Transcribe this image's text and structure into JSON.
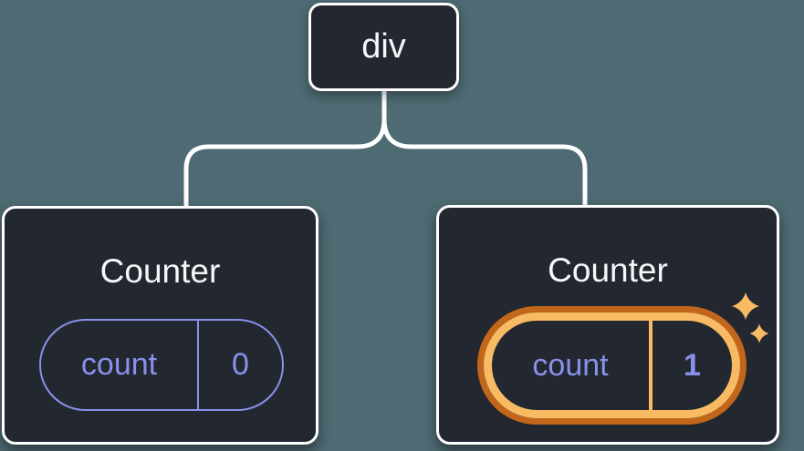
{
  "diagram": {
    "background_color": "#4E6A72",
    "root_node": {
      "label": "div"
    },
    "children": [
      {
        "title": "Counter",
        "state_pill": {
          "key": "count",
          "value": "0"
        },
        "highlighted": false
      },
      {
        "title": "Counter",
        "state_pill": {
          "key": "count",
          "value": "1"
        },
        "highlighted": true
      }
    ],
    "colors": {
      "card_background": "#23272F",
      "card_border": "#FFFFFF",
      "connector_line": "#FFFFFF",
      "state_purple": "#8891EC",
      "highlight_orange_light": "#F8BB64",
      "highlight_orange_dark": "#C2661B",
      "title_text": "#F6F7F9"
    },
    "icons": {
      "sparkles_icon": "four-pointed-sparkles"
    }
  }
}
